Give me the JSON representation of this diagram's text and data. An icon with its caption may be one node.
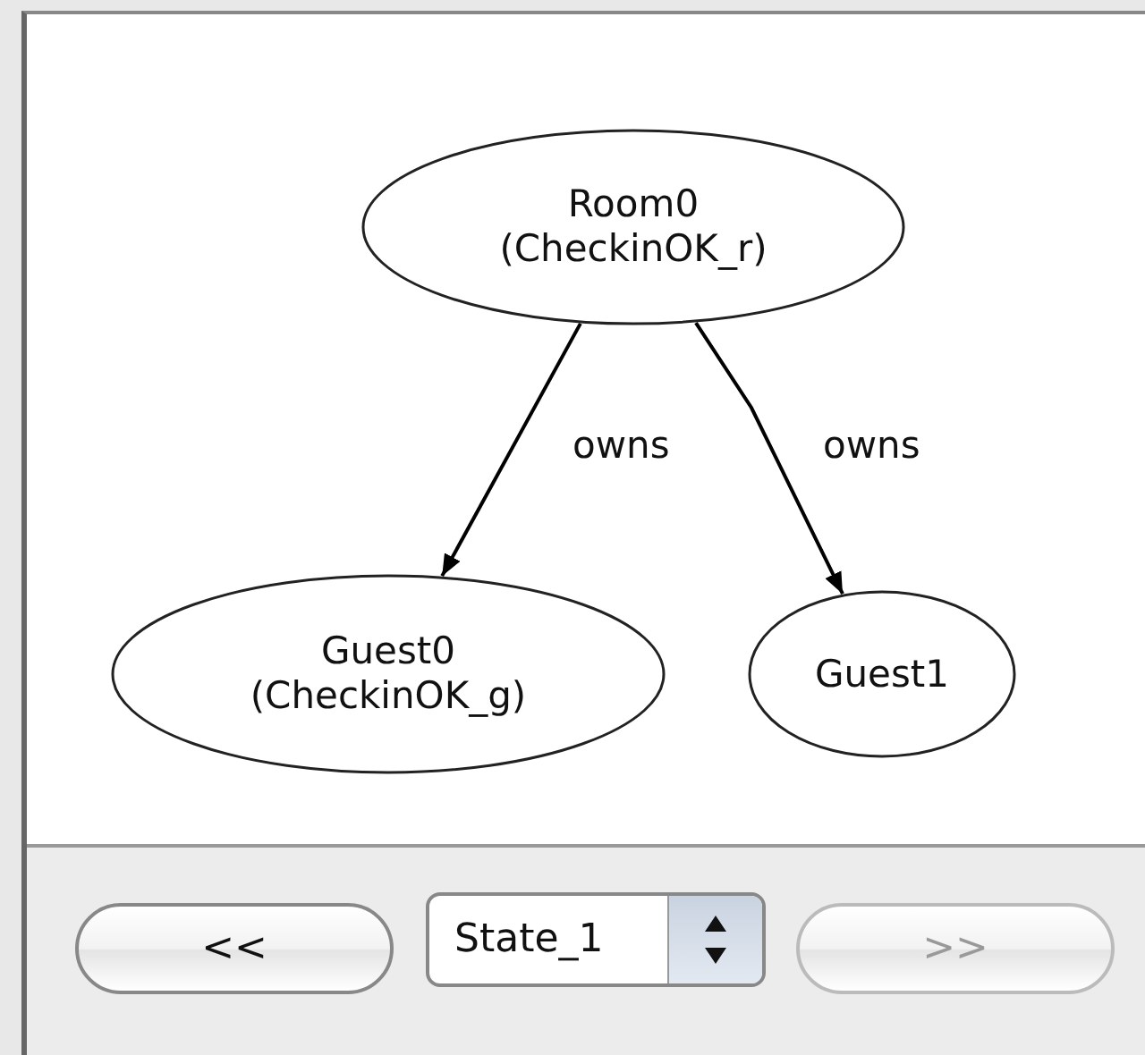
{
  "diagram": {
    "nodes": [
      {
        "text": [
          "Room0",
          "(CheckinOK_r)"
        ]
      },
      {
        "text": [
          "Guest0",
          "(CheckinOK_g)"
        ]
      },
      {
        "text": [
          "Guest1"
        ]
      }
    ],
    "edges": [
      {
        "from": 0,
        "to": 1,
        "arrow": "to",
        "label": "owns"
      },
      {
        "from": 0,
        "to": 2,
        "arrow": "to",
        "label": "owns"
      }
    ],
    "labels": [
      "<<",
      "State_1",
      ">>"
    ]
  }
}
